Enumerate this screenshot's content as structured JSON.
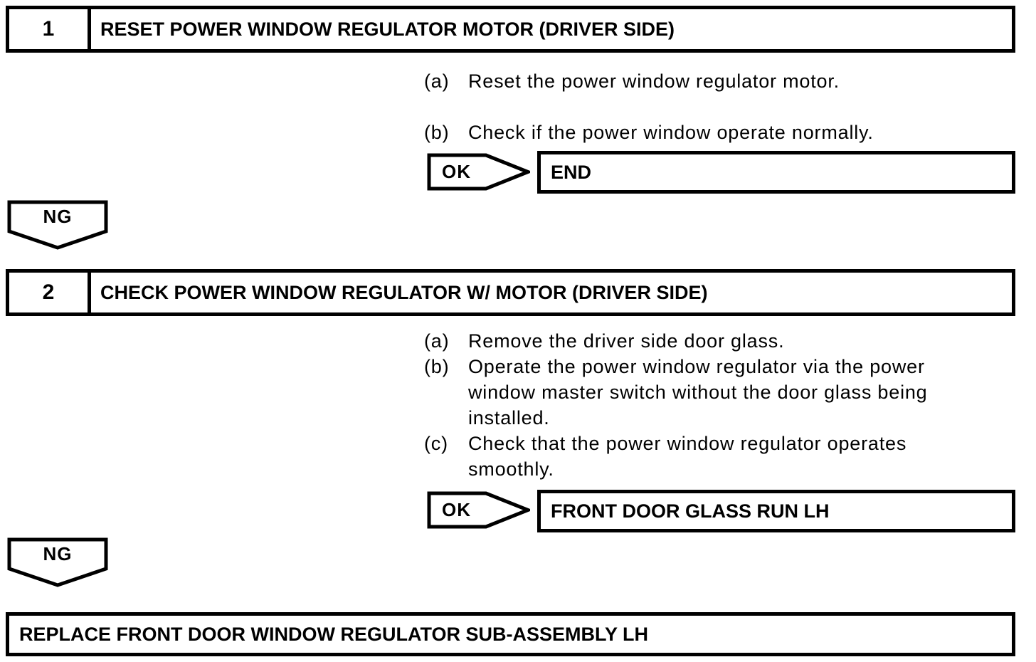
{
  "page": {
    "background": "#ffffff",
    "line_color": "#000000"
  },
  "flowchart": {
    "steps": [
      {
        "number": "1",
        "title": "RESET POWER WINDOW REGULATOR MOTOR (DRIVER SIDE)",
        "substeps": [
          {
            "label": "(a)",
            "text": "Reset the power window regulator motor."
          },
          {
            "label": "(b)",
            "text": "Check if the power window operate normally."
          }
        ],
        "ok": {
          "label": "OK",
          "result": "END"
        },
        "ng": {
          "label": "NG"
        }
      },
      {
        "number": "2",
        "title": "CHECK POWER WINDOW REGULATOR W/ MOTOR (DRIVER SIDE)",
        "substeps": [
          {
            "label": "(a)",
            "text": "Remove the driver side door glass."
          },
          {
            "label": "(b)",
            "text": "Operate the power window regulator via the power window master switch without the door glass being installed."
          },
          {
            "label": "(c)",
            "text": "Check that the power window regulator operates smoothly."
          }
        ],
        "ok": {
          "label": "OK",
          "result": "FRONT DOOR GLASS RUN LH"
        },
        "ng": {
          "label": "NG"
        }
      }
    ],
    "final_action": "REPLACE FRONT DOOR WINDOW REGULATOR SUB-ASSEMBLY LH"
  }
}
